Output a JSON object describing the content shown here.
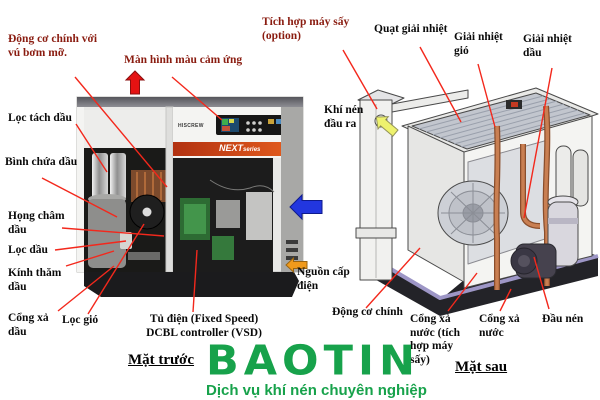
{
  "labels": {
    "motor_grease": "Động cơ chính với vú bơm mỡ.",
    "touch_screen": "Màn hình màu cảm ứng",
    "dryer_option": "Tích hợp máy sấy (option)",
    "oil_separator": "Lọc tách dầu",
    "oil_tank": "Bình chứa dầu",
    "oil_filler": "Họng châm dầu",
    "oil_filter": "Lọc dầu",
    "oil_sight_glass": "Kính thăm dầu",
    "oil_drain": "Cổng xả dầu",
    "air_filter": "Lọc gió",
    "electric_cabinet": "Tủ điện (Fixed Speed) DCBL controller (VSD)",
    "power_supply": "Nguồn cấp điện",
    "air_outlet": "Khí nén đầu ra",
    "cooling_fan": "Quạt giải nhiệt",
    "air_cooler": "Giải nhiệt gió",
    "oil_cooler": "Giải nhiệt dầu",
    "main_motor": "Động cơ chính",
    "water_drain_dryer": "Cổng xả nước (tích hợp máy sấy)",
    "water_drain": "Cổng xả nước",
    "compression_head": "Đầu nén",
    "front_view": "Mặt trước",
    "rear_view": "Mặt sau"
  },
  "machine": {
    "brand": "HISCREW",
    "band_next": "NEXT",
    "band_series": "series"
  },
  "logo": {
    "name": "BAOTIN",
    "tagline": "Dịch vụ khí nén chuyên nghiệp"
  },
  "colors": {
    "label_red": "#8a1c10",
    "leader_red": "#f3281c",
    "logo_green": "#17a24b",
    "band_orange": "#d4451c"
  }
}
